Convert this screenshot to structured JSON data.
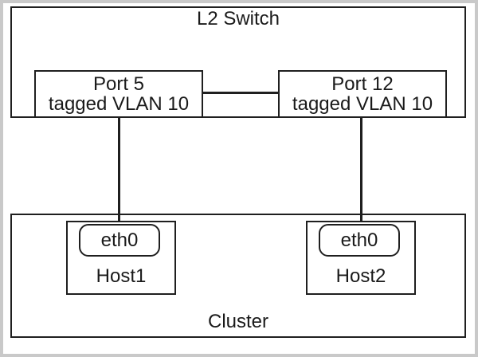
{
  "colors": {
    "outer_frame": "#c9c9c9",
    "line": "#1f1f1f",
    "text": "#1a1a1a",
    "background": "#ffffff"
  },
  "switch": {
    "label": "L2 Switch",
    "ports": [
      {
        "name": "Port 5",
        "vlan": "tagged VLAN 10"
      },
      {
        "name": "Port 12",
        "vlan": "tagged VLAN 10"
      }
    ]
  },
  "cluster": {
    "label": "Cluster",
    "hosts": [
      {
        "name": "Host1",
        "interface": "eth0"
      },
      {
        "name": "Host2",
        "interface": "eth0"
      }
    ]
  }
}
